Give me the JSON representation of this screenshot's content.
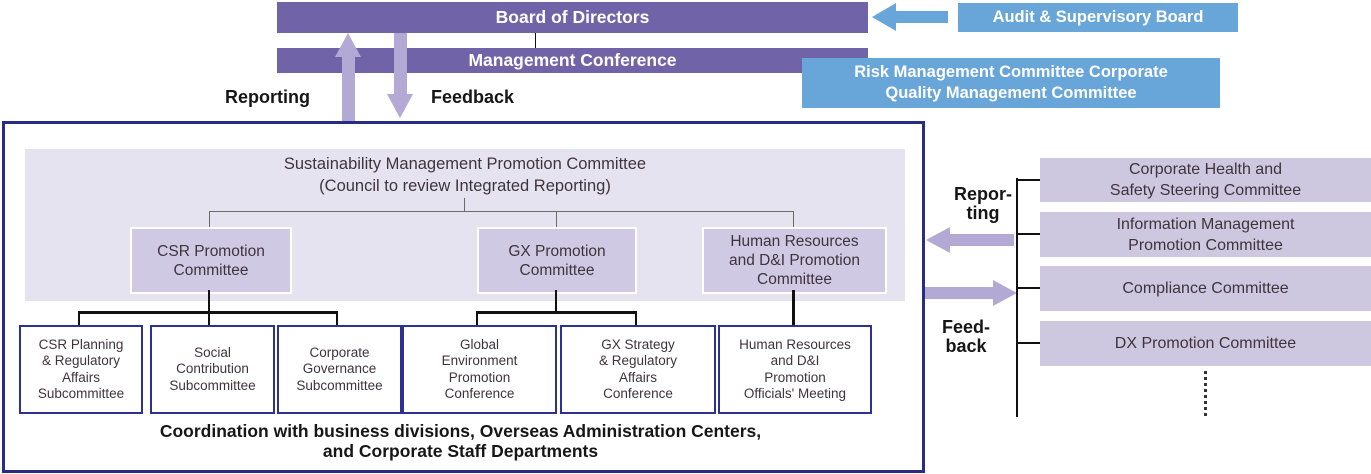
{
  "diagram": {
    "top": {
      "board_of_directors": "Board of Directors",
      "management_conference": "Management Conference",
      "audit_supervisory_board": "Audit & Supervisory Board",
      "risk_quality_committees": "Risk Management Committee Corporate\nQuality Management Committee",
      "reporting_label": "Reporting",
      "feedback_label": "Feedback"
    },
    "sustainability": {
      "title": "Sustainability Management Promotion Committee\n(Council to review Integrated Reporting)",
      "committees": [
        {
          "label": "CSR Promotion\nCommittee"
        },
        {
          "label": "GX Promotion\nCommittee"
        },
        {
          "label": "Human Resources\nand D&I Promotion\nCommittee"
        }
      ],
      "subcommittees": [
        {
          "label": "CSR Planning\n& Regulatory\nAffairs\nSubcommittee"
        },
        {
          "label": "Social\nContribution\nSubcommittee"
        },
        {
          "label": "Corporate\nGovernance\nSubcommittee"
        },
        {
          "label": "Global\nEnvironment\nPromotion\nConference"
        },
        {
          "label": "GX Strategy\n& Regulatory\nAffairs\nConference"
        },
        {
          "label": "Human Resources\nand D&I\nPromotion\nOfficials' Meeting"
        }
      ],
      "footer": "Coordination with business divisions, Overseas Administration Centers,\nand Corporate Staff Departments"
    },
    "right": {
      "reporting_label": "Repor-\nting",
      "feedback_label": "Feed-\nback",
      "committees": [
        {
          "label": "Corporate Health and\nSafety Steering Committee"
        },
        {
          "label": "Information Management\nPromotion Committee"
        },
        {
          "label": "Compliance Committee"
        },
        {
          "label": "DX Promotion Committee"
        }
      ]
    },
    "colors": {
      "purple_bar": "#7163a7",
      "light_purple_arrow": "#b3a9d5",
      "blue_box": "#68a5d9",
      "lavender_panel": "#e6e3f1",
      "committee_fill": "#cfc9e3",
      "right_box_fill": "#cdc7e0",
      "navy_border": "#282c85",
      "subbox_border": "#2d3192",
      "text_dark": "#3e343c"
    }
  }
}
